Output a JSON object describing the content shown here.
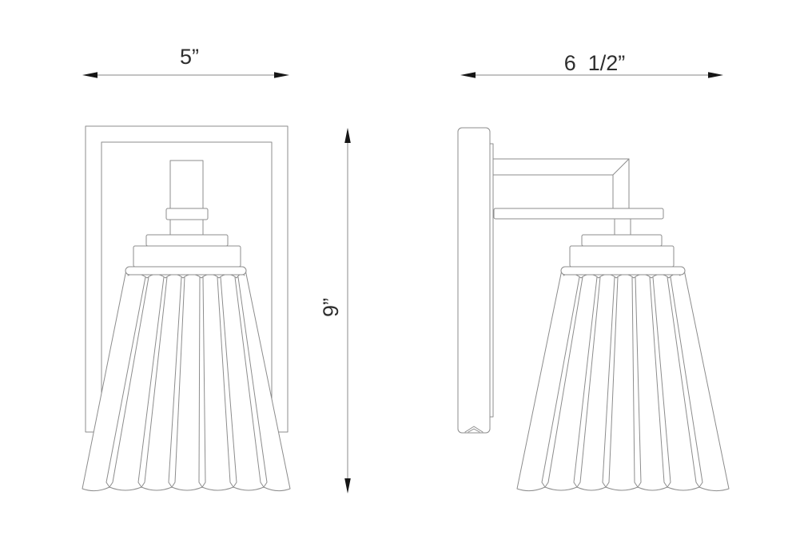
{
  "diagram": {
    "title": "Wall sconce line drawing — front and side elevation",
    "type": "technical-dimension-drawing",
    "views": [
      {
        "id": "front-view",
        "description": "front elevation with square backplate and fluted cone shade"
      },
      {
        "id": "side-view",
        "description": "side elevation with mounting plate, arm and fluted cone shade"
      }
    ],
    "dimensions": {
      "front_width": {
        "label": "5”",
        "value_inches": 5
      },
      "side_depth": {
        "label": "6  1/2”",
        "value_inches": 6.5
      },
      "height": {
        "label": "9”",
        "value_inches": 9
      }
    },
    "colors": {
      "background": "#ffffff",
      "fixture_line": "#8c8c8c",
      "dimension_line": "#9f9f9f",
      "dimension_text": "#2e2e2e",
      "arrowhead": "#161616"
    }
  }
}
